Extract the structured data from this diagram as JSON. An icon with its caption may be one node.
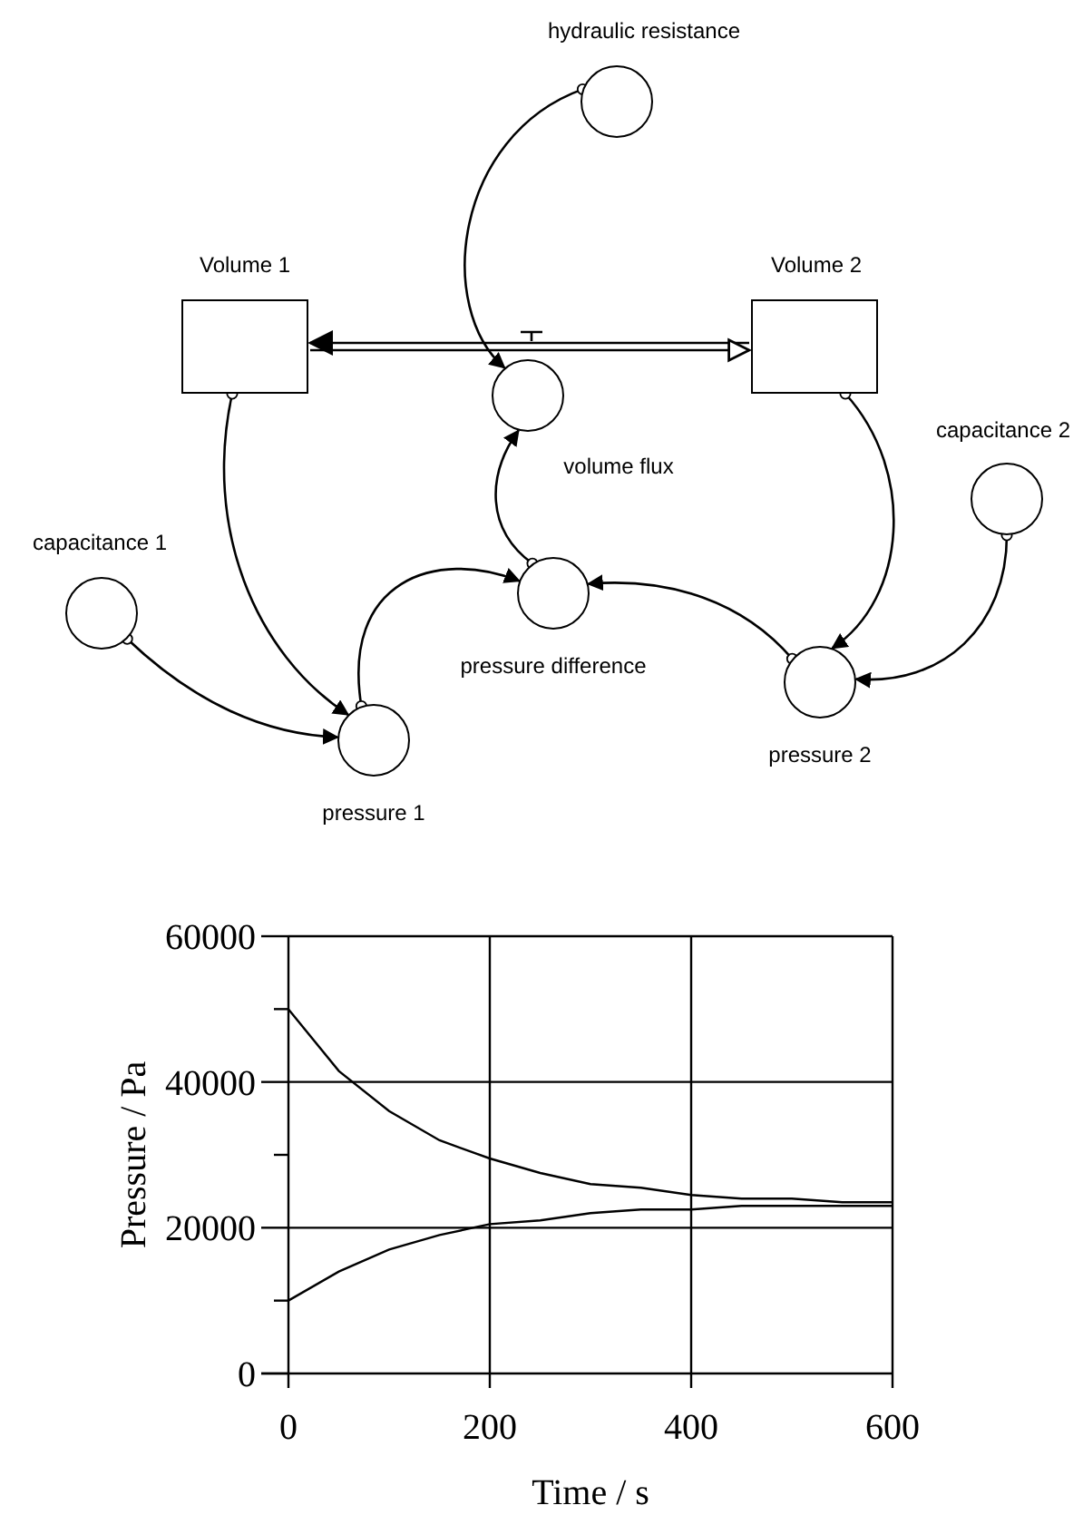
{
  "diagram": {
    "nodes": [
      {
        "text": [
          "hydraulic resistance"
        ]
      },
      {
        "text": [
          "Volume 1"
        ]
      },
      {
        "text": [
          "Volume 2"
        ]
      },
      {
        "text": [
          "volume flux"
        ]
      },
      {
        "text": [
          "capacitance 2"
        ]
      },
      {
        "text": [
          "capacitance 1"
        ]
      },
      {
        "text": [
          "pressure difference"
        ]
      },
      {
        "text": [
          "pressure 2"
        ]
      },
      {
        "text": [
          "pressure 1"
        ]
      }
    ],
    "edges": [
      {
        "from": 0,
        "to": 3,
        "arrow": "to"
      },
      {
        "from": 1,
        "to": 2,
        "arrow": "both"
      },
      {
        "from": 1,
        "to": 8,
        "arrow": "to"
      },
      {
        "from": 2,
        "to": 7,
        "arrow": "to"
      },
      {
        "from": 5,
        "to": 8,
        "arrow": "to"
      },
      {
        "from": 4,
        "to": 7,
        "arrow": "to"
      },
      {
        "from": 8,
        "to": 6,
        "arrow": "to"
      },
      {
        "from": 7,
        "to": 6,
        "arrow": "to"
      },
      {
        "from": 6,
        "to": 3,
        "arrow": "to"
      }
    ],
    "chart_data": {
      "type": "line",
      "xlabel": "Time / s",
      "ylabel": "Pressure / Pa",
      "x": [
        0,
        50,
        100,
        150,
        200,
        250,
        300,
        350,
        400,
        450,
        500,
        550,
        600
      ],
      "series": [
        {
          "color": "#000000",
          "values": [
            50000,
            41500,
            36000,
            32000,
            29500,
            27500,
            26000,
            25500,
            24500,
            24000,
            24000,
            23500,
            23500
          ]
        },
        {
          "color": "#000000",
          "values": [
            10000,
            14000,
            17000,
            19000,
            20500,
            21000,
            22000,
            22500,
            22500,
            23000,
            23000,
            23000,
            23000
          ]
        }
      ],
      "grid": true,
      "xlim": [
        0,
        600
      ],
      "ylim": [
        0,
        60000
      ],
      "xticks": [
        0,
        200,
        400,
        600
      ],
      "yticks": [
        0,
        20000,
        40000,
        60000
      ]
    }
  }
}
